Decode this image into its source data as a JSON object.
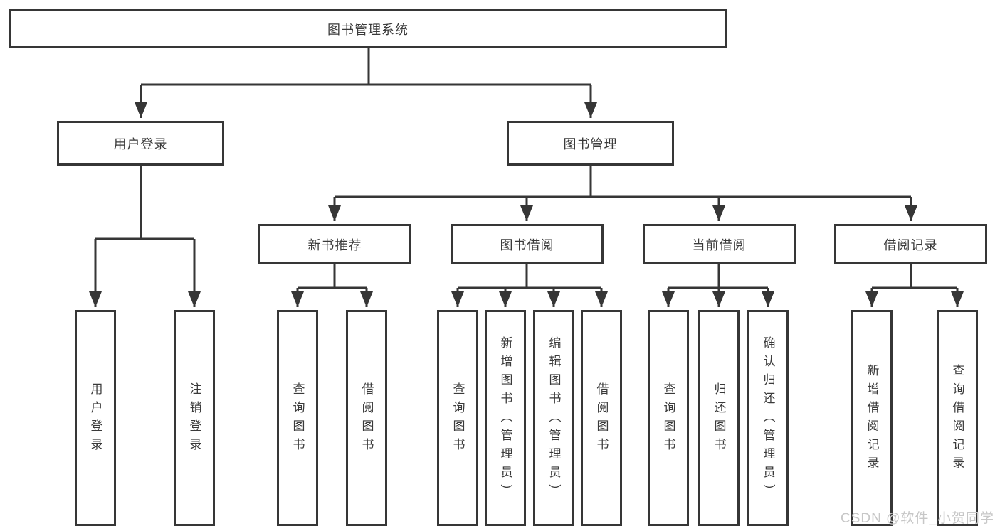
{
  "diagram": {
    "type": "hierarchy-flowchart",
    "nodes": {
      "root": "图书管理系统",
      "level2": [
        "用户登录",
        "图书管理"
      ],
      "level3": [
        "新书推荐",
        "图书借阅",
        "当前借阅",
        "借阅记录"
      ],
      "leaves": [
        "用户登录",
        "注销登录",
        "查询图书",
        "借阅图书",
        "查询图书",
        "新增图书（管理员）",
        "编辑图书（管理员）",
        "借阅图书",
        "查询图书",
        "归还图书",
        "确认归还（管理员）",
        "新增借阅记录",
        "查询借阅记录"
      ]
    },
    "hierarchy": {
      "图书管理系统": [
        "用户登录",
        "图书管理"
      ],
      "用户登录": [
        "用户登录",
        "注销登录"
      ],
      "图书管理": [
        "新书推荐",
        "图书借阅",
        "当前借阅",
        "借阅记录"
      ],
      "新书推荐": [
        "查询图书",
        "借阅图书"
      ],
      "图书借阅": [
        "查询图书",
        "新增图书（管理员）",
        "编辑图书（管理员）",
        "借阅图书"
      ],
      "当前借阅": [
        "查询图书",
        "归还图书",
        "确认归还（管理员）"
      ],
      "借阅记录": [
        "新增借阅记录",
        "查询借阅记录"
      ]
    },
    "colors": {
      "line": "#363636",
      "box_border": "#363636",
      "text": "#3a3a3a",
      "background": "#ffffff",
      "watermark": "#c7c7c7"
    }
  },
  "watermark": "CSDN @软件_小贺同学"
}
